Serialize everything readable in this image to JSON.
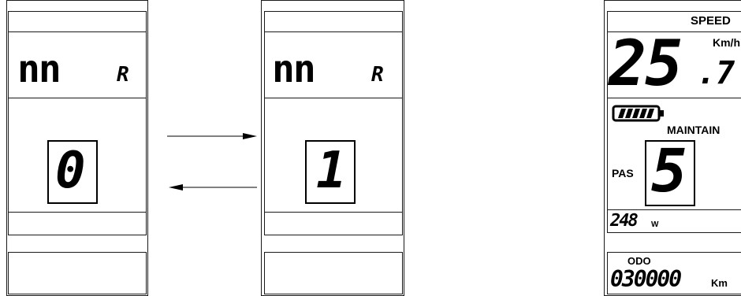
{
  "screen_a": {
    "mode_code": "nn",
    "mode_suffix": "R",
    "value": "0"
  },
  "screen_b": {
    "mode_code": "nn",
    "mode_suffix": "R",
    "value": "1"
  },
  "screen_c": {
    "speed_label": "SPEED",
    "speed_value": "25",
    "speed_decimal": ".7",
    "speed_unit": "Km/h",
    "maintain_label": "MAINTAIN",
    "pas_label": "PAS",
    "pas_value": "5",
    "power_value": "248",
    "power_unit": "W",
    "odo_label": "ODO",
    "odo_value": "030000",
    "odo_unit": "Km"
  }
}
